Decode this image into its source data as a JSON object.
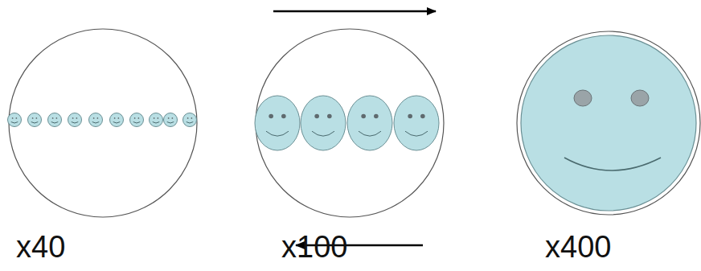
{
  "diagram": {
    "labels": [
      "x40",
      "x100",
      "x400"
    ]
  }
}
